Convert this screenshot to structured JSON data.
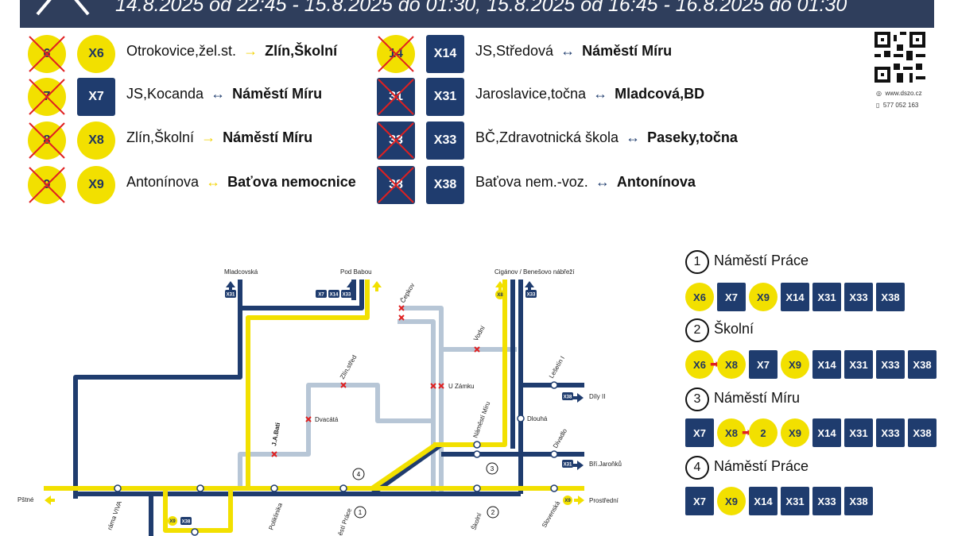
{
  "banner": {
    "dates": "14.8.2025 od 22:45 - 15.8.2025 do 01:30, 15.8.2025 od 16:45 - 16.8.2025 do 01:30"
  },
  "routes_left": [
    {
      "cancelled": "6",
      "replacement": "X6",
      "origin": "Otrokovice,žel.st.",
      "arrow": "→",
      "dest": "Zlín,Školní"
    },
    {
      "cancelled": "7",
      "replacement": "X7",
      "origin": "JS,Kocanda",
      "arrow": "↔",
      "dest": "Náměstí Míru"
    },
    {
      "cancelled": "8",
      "replacement": "X8",
      "origin": "Zlín,Školní",
      "arrow": "→",
      "dest": "Náměstí Míru"
    },
    {
      "cancelled": "9",
      "replacement": "X9",
      "origin": "Antonínova",
      "arrow": "↔",
      "dest": "Baťova nemocnice"
    }
  ],
  "routes_right": [
    {
      "cancelled": "14",
      "replacement": "X14",
      "origin": "JS,Středová",
      "arrow": "↔",
      "dest": "Náměstí Míru"
    },
    {
      "cancelled": "31",
      "replacement": "X31",
      "origin": "Jaroslavice,točna",
      "arrow": "↔",
      "dest": "Mladcová,BD"
    },
    {
      "cancelled": "33",
      "replacement": "X33",
      "origin": "BČ,Zdravotnická škola",
      "arrow": "↔",
      "dest": "Paseky,točna"
    },
    {
      "cancelled": "38",
      "replacement": "X38",
      "origin": "Baťova nem.-voz.",
      "arrow": "↔",
      "dest": "Antonínova"
    }
  ],
  "contact": {
    "web": "www.dszo.cz",
    "phone": "577 052 163"
  },
  "map": {
    "labels": {
      "mladcovska": "Mladcovská",
      "pod_babou": "Pod Babou",
      "ciganov": "Cigánov / Benešovo nábřeží",
      "cepkov": "Čepkov",
      "vodni": "Vodní",
      "zlin_stred": "Zlín,střed",
      "u_zamku": "U Zámku",
      "lestin": "Lešetín I",
      "dily": "Díly II",
      "dvacata": "Dvacátá",
      "dlouha": "Dlouhá",
      "jabati": "J.A.Bati",
      "namesti_miru": "Náměstí Míru",
      "divadlo": "Divadlo",
      "brijaroku": "Bří.Jaroňků",
      "prstne": "Pštné",
      "prostredni": "Prostřední",
      "rama": "ráma VIVA",
      "poliklinika": "Poliklinika",
      "namesti_prace": "ěstí Práce",
      "skolni": "Školní",
      "slovenska": "Slovenská"
    },
    "tags": {
      "x31": "X31",
      "x7": "X7",
      "x14": "X14",
      "x33": "X33",
      "x8": "X8",
      "x38": "X38",
      "x9": "X9"
    },
    "numbers": {
      "n1": "1",
      "n2": "2",
      "n3": "3",
      "n4": "4"
    },
    "colors": {
      "blue": "#1f3c6e",
      "yellow": "#f2e000",
      "gray": "#b7c6d6",
      "red": "#e02020"
    }
  },
  "legend": [
    {
      "num": "1",
      "name": "Náměstí Práce",
      "chips": [
        "X6",
        "X7",
        "X9",
        "X14",
        "X31",
        "X33",
        "X38"
      ]
    },
    {
      "num": "2",
      "name": "Školní",
      "chips": [
        "X6",
        "X8",
        "X7",
        "X9",
        "X14",
        "X31",
        "X33",
        "X38"
      ]
    },
    {
      "num": "3",
      "name": "Náměstí Míru",
      "chips": [
        "X7",
        "X8",
        "2",
        "X9",
        "X14",
        "X31",
        "X33",
        "X38"
      ]
    },
    {
      "num": "4",
      "name": "Náměstí Práce",
      "chips": [
        "X7",
        "X9",
        "X14",
        "X31",
        "X33",
        "X38"
      ]
    }
  ]
}
